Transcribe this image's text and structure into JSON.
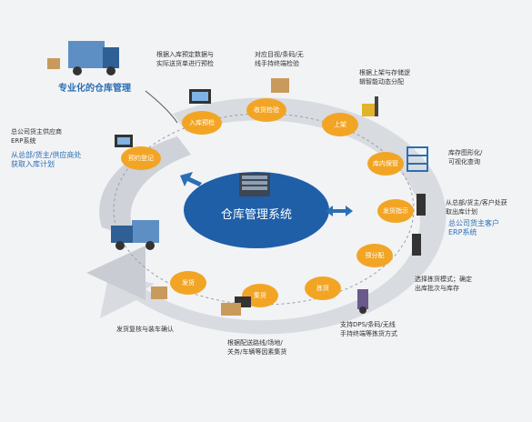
{
  "center": {
    "label": "仓库管理系统"
  },
  "title": "专业化的仓库管理",
  "steps": [
    {
      "label": "入库预检"
    },
    {
      "label": "收货检验"
    },
    {
      "label": "上架"
    },
    {
      "label": "库内保管"
    },
    {
      "label": "发货指示"
    },
    {
      "label": "预分配"
    },
    {
      "label": "拣货"
    },
    {
      "label": "集货"
    },
    {
      "label": "发货"
    },
    {
      "label": "预约登记"
    }
  ],
  "notes": {
    "n1": "根据入库预定数据与\n实际送货单进行预检",
    "n2": "对应目视/条码/无\n线手持终端检验",
    "n3": "根据上架与存储逻\n辑智能动态分配",
    "n4": "库存图形化/\n可视化查询",
    "n5a": "从总部/货主/客户处获\n取出库计划",
    "n5b": "总公司货主客户\nERP系统",
    "n6": "选择拣货模式；确定\n出库批次与库存",
    "n7": "支持DPS/条码/无线\n手持终端等拣货方式",
    "n8": "根据配送路线/场地/\n关务/车辆等因素集货",
    "n9": "发货复核与装车确认",
    "n10a": "总公司货主供应商\nERP系统",
    "n10b": "从总部/货主/供应商处\n获取入库计划"
  },
  "colors": {
    "ring": "#d6d9de",
    "ring_dark": "#bfc3c9",
    "step": "#f2a525",
    "center": "#1f5fa8",
    "arrow": "#2a6fb4",
    "bg": "#f2f3f5"
  },
  "icons": [
    "truck-icon",
    "monitor-icon",
    "box-stack-icon",
    "forklift-icon",
    "shelf-icon",
    "server-icon",
    "hand-truck-icon",
    "cart-icon",
    "double-arrow-icon"
  ]
}
